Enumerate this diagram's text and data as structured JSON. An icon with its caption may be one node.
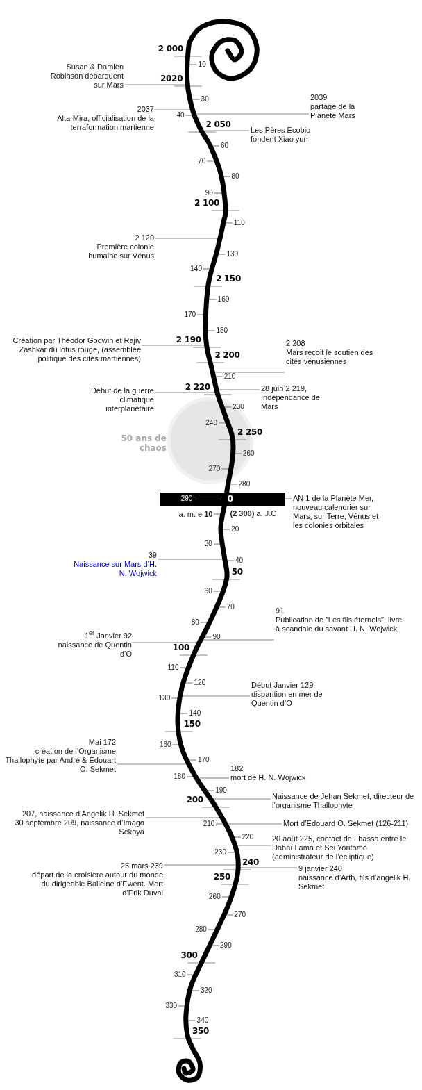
{
  "diagram": {
    "nodes": [
      {
        "text": [],
        "shape": "picture"
      },
      {
        "text": [
          "Susan & Damien Robinson débarquent sur Mars"
        ]
      },
      {
        "text": [
          "2037",
          "Alta-Mira, officialisation de la terraformation martienne"
        ]
      },
      {
        "text": [
          "2039",
          "partage de la Planète Mars"
        ]
      },
      {
        "text": [
          "Les Pères Ecobio fondent Xiao yun"
        ]
      },
      {
        "text": [
          "2 120",
          "Première colonie humaine sur Vénus"
        ]
      },
      {
        "text": [
          "Création par Théodor Godwin et Rajiv Zashkar du lotus rouge, (assemblée politique des cités martiennes)"
        ]
      },
      {
        "text": [
          "2 208",
          "Mars reçoit le soutien des cités vénusiennes"
        ]
      },
      {
        "text": [
          "Début de la guerre climatique interplanétaire"
        ]
      },
      {
        "text": [
          "28 juin 2 219, Indépendance de Mars"
        ]
      },
      {
        "text": [
          "290",
          "0"
        ]
      },
      {
        "text": [
          "AN 1 de la Planète Mer, nouveau calendrier sur Mars, sur Terre, Vénus et les colonies orbitales"
        ]
      },
      {
        "text": [
          "39",
          "Naissance sur Mars d’H. N. Wojwick"
        ]
      },
      {
        "text": [
          "91",
          "Publication de ”Les fils éternels”, livre à scandale du savant H. N. Wojwick"
        ]
      },
      {
        "text": [
          "1$^{er}$ Janvier 92",
          "naissance de Quentin d’O"
        ]
      },
      {
        "text": [
          "Début Janvier 129",
          "disparition en mer de Quentin d’O"
        ]
      },
      {
        "text": [
          "Mai 172",
          "création de l’Organisme Thallophyte par André & Edouart O. Sekmet"
        ]
      },
      {
        "text": [
          "182",
          "mort de H. N. Wojwick"
        ]
      },
      {
        "text": [
          "Naissance de Jehan Sekmet, directeur de l’organisme Thallophyte"
        ]
      },
      {
        "text": [
          "207, naissance d’Angelik H. Sekmet",
          "30 septembre 209, naissance d’Imago Sekoya"
        ]
      },
      {
        "text": [
          "Mort d’Edouard O. Sekmet (126-211)"
        ]
      },
      {
        "text": [
          "20 août 225, contact de Lhassa entre le Dahaï Lama et Sei Yoritomo (administrateur de l’écliptique)"
        ]
      },
      {
        "text": [
          "25 mars 239",
          "départ de la croisière autour du monde du dirigeable Balleine d’Ewent. Mort d’Erik Duval"
        ]
      },
      {
        "text": [
          "9 janvier 240",
          "naissance d’Arth, fils d’angelik H. Sekmet"
        ]
      }
    ],
    "edges": [
      {
        "from": 1,
        "to": 0,
        "arrow": "none"
      },
      {
        "from": 2,
        "to": 0,
        "arrow": "none"
      },
      {
        "from": 3,
        "to": 0,
        "arrow": "none"
      },
      {
        "from": 4,
        "to": 0,
        "arrow": "none"
      },
      {
        "from": 5,
        "to": 0,
        "arrow": "none"
      },
      {
        "from": 6,
        "to": 0,
        "arrow": "none"
      },
      {
        "from": 7,
        "to": 0,
        "arrow": "none"
      },
      {
        "from": 8,
        "to": 0,
        "arrow": "none"
      },
      {
        "from": 9,
        "to": 0,
        "arrow": "none"
      },
      {
        "from": 10,
        "to": 11,
        "arrow": "none"
      },
      {
        "from": 12,
        "to": 0,
        "arrow": "none"
      },
      {
        "from": 13,
        "to": 0,
        "arrow": "none"
      },
      {
        "from": 14,
        "to": 0,
        "arrow": "none"
      },
      {
        "from": 15,
        "to": 0,
        "arrow": "none"
      },
      {
        "from": 16,
        "to": 0,
        "arrow": "none"
      },
      {
        "from": 17,
        "to": 0,
        "arrow": "none"
      },
      {
        "from": 18,
        "to": 0,
        "arrow": "none"
      },
      {
        "from": 19,
        "to": 0,
        "arrow": "none"
      },
      {
        "from": 20,
        "to": 0,
        "arrow": "none"
      },
      {
        "from": 21,
        "to": 0,
        "arrow": "none"
      },
      {
        "from": 22,
        "to": 0,
        "arrow": "none"
      },
      {
        "from": 23,
        "to": 0,
        "arrow": "none"
      }
    ],
    "labels": [
      "2 000",
      "10",
      "2020",
      "30",
      "40",
      "2 050",
      "60",
      "70",
      "80",
      "90",
      "2 100",
      "110",
      "130",
      "140",
      "2 150",
      "160",
      "170",
      "180",
      "2 190",
      "2 200",
      "210",
      "2 220",
      "230",
      "240",
      "2 250",
      "50 ans de chaos",
      "260",
      "270",
      "280",
      "a. m. e **10**",
      "**(2 300)** a. J.C",
      "20",
      "30",
      "40",
      "50",
      "60",
      "70",
      "80",
      "90",
      "100",
      "110",
      "120",
      "130",
      "140",
      "150",
      "160",
      "170",
      "180",
      "190",
      "200",
      "210",
      "220",
      "230",
      "240",
      "250",
      "260",
      "270",
      "280",
      "290",
      "300",
      "310",
      "320",
      "330",
      "340",
      "350"
    ]
  }
}
